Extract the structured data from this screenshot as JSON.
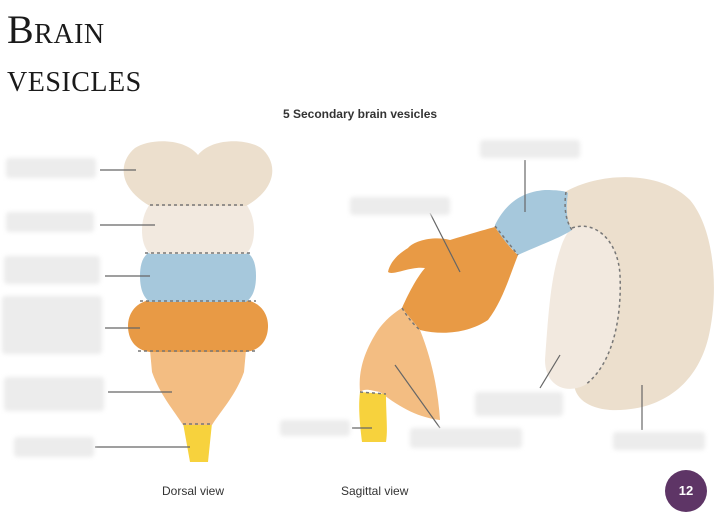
{
  "slide": {
    "title_line1": "Brain",
    "title_line2": "vesicles",
    "subtitle": "5 Secondary brain vesicles",
    "caption_dorsal": "Dorsal view",
    "caption_sagittal": "Sagittal view",
    "page_number": "12"
  },
  "colors": {
    "telencephalon": "#ecdfcd",
    "diencephalon": "#f2e9df",
    "mesencephalon": "#a6c8dc",
    "metencephalon": "#e89a45",
    "myelencephalon": "#f3bd82",
    "spinal_cord": "#f7d23d",
    "dividers": "#777777",
    "leader_lines": "#666666",
    "page_badge": "#5e3566"
  }
}
